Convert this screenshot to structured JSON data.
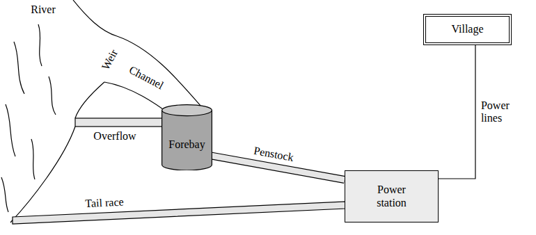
{
  "diagram": {
    "nodes": [
      {
        "text": [
          "Forebay"
        ]
      },
      {
        "text": [
          "Power station"
        ]
      },
      {
        "text": [
          "Village"
        ]
      }
    ],
    "edges": [
      {
        "from": 0,
        "to": 1,
        "label": "Penstock",
        "arrow": "none"
      },
      {
        "from": 2,
        "to": 1,
        "label": "Power lines",
        "arrow": "none"
      }
    ],
    "labels": [
      "River",
      "Weir",
      "Channel",
      "Overflow",
      "Tail race"
    ]
  }
}
